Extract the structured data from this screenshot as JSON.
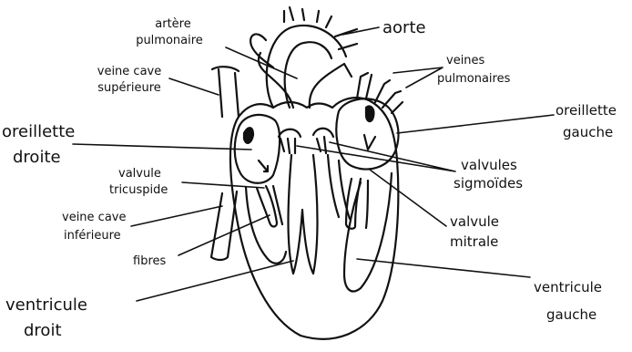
{
  "diagram": {
    "labels": {
      "arteria_pulmonaire": [
        "artère",
        "pulmonaire"
      ],
      "aorte": "aorte",
      "veines_pulmonaires": [
        "veines",
        "pulmonaires"
      ],
      "veine_cave_superieure": [
        "veine cave",
        "supérieure"
      ],
      "oreillette_droite": [
        "oreillette",
        "droite"
      ],
      "oreillette_gauche": [
        "oreillette",
        "gauche"
      ],
      "valvules_sigmoides": [
        "valvules",
        "sigmoïdes"
      ],
      "valvule_tricuspide": [
        "valvule",
        "tricuspide"
      ],
      "veine_cave_inferieure": [
        "veine cave",
        "inférieure"
      ],
      "fibres": "fibres",
      "valvule_mitrale": [
        "valvule",
        "mitrale"
      ],
      "ventricule_droit": [
        "ventricule",
        "droit"
      ],
      "ventricule_gauche": [
        "ventricule",
        "gauche"
      ]
    },
    "colors": {
      "ink": "#111111",
      "background": "#ffffff"
    }
  }
}
